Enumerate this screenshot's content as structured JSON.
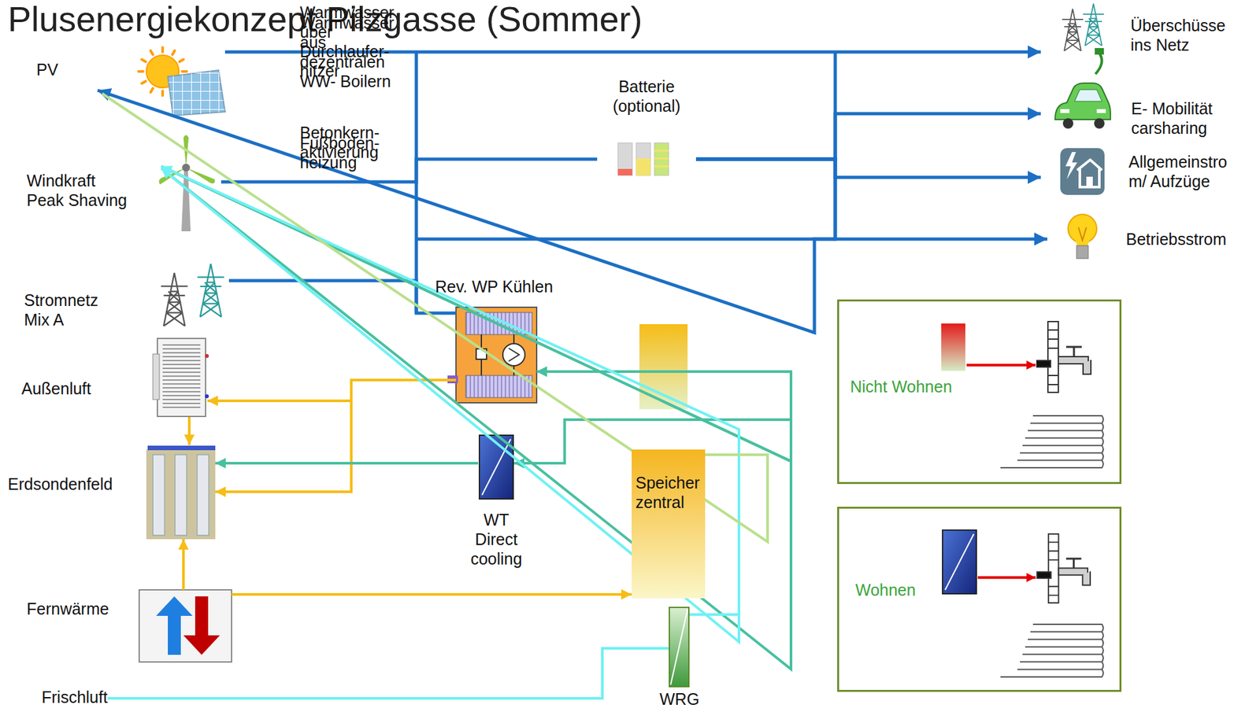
{
  "diagram": {
    "title": "Plusenergiekonzept Pilzgasse (Sommer)",
    "nodes": [
      {
        "text": [
          "PV"
        ]
      },
      {
        "text": [
          "Windkraft Peak Shaving"
        ]
      },
      {
        "text": [
          "Stromnetz Mix A"
        ]
      },
      {
        "text": [
          "Außenluft"
        ]
      },
      {
        "text": [
          "Erdsondenfeld"
        ]
      },
      {
        "text": [
          "Fernwärme"
        ]
      },
      {
        "text": [
          "Frischluft"
        ]
      },
      {
        "text": [
          "Batterie (optional)"
        ]
      },
      {
        "text": [
          "Rev. WP Kühlen"
        ]
      },
      {
        "text": [
          "WT Direct cooling"
        ]
      },
      {
        "text": [
          "Speicher zentral"
        ]
      },
      {
        "text": [
          "WRG"
        ]
      },
      {
        "text": [
          "Überschüsse ins Netz"
        ]
      },
      {
        "text": [
          "E- Mobilität carsharing"
        ]
      },
      {
        "text": [
          "Allgemeinstro m/ Aufzüge"
        ]
      },
      {
        "text": [
          "Betriebsstrom"
        ]
      },
      {
        "text": [
          "Nicht Wohnen"
        ]
      },
      {
        "text": [
          "Warmwasser über Durchlaufer- hitzer"
        ],
        "in": 16
      },
      {
        "text": [
          "Betonkern- aktivierung"
        ],
        "in": 16
      },
      {
        "text": [
          "Wohnen"
        ]
      },
      {
        "text": [
          "Warmwasser aus dezentralen WW- Boilern"
        ],
        "in": 19
      },
      {
        "text": [
          "Fußboden- heizung"
        ],
        "in": 19
      }
    ],
    "edges": [
      {
        "from": 0,
        "to": 12,
        "arrow": "to"
      },
      {
        "from": 1,
        "to": 7,
        "arrow": "none"
      },
      {
        "from": 2,
        "to": 8,
        "arrow": "none"
      },
      {
        "from": 7,
        "to": 13,
        "arrow": "to"
      },
      {
        "from": 7,
        "to": 14,
        "arrow": "to"
      },
      {
        "from": 7,
        "to": 15,
        "arrow": "to"
      },
      {
        "from": 7,
        "to": 17,
        "arrow": "to"
      },
      {
        "from": 5,
        "to": 10,
        "arrow": "to"
      },
      {
        "from": 8,
        "to": 3,
        "arrow": "to"
      },
      {
        "from": 8,
        "to": 4,
        "arrow": "to"
      },
      {
        "from": 3,
        "to": 4,
        "arrow": "to"
      },
      {
        "from": 5,
        "to": 4,
        "arrow": "to"
      },
      {
        "from": 18,
        "to": 8,
        "arrow": "to"
      },
      {
        "from": 21,
        "to": 8,
        "arrow": "to"
      },
      {
        "from": 9,
        "to": 4,
        "arrow": "to"
      },
      {
        "from": 18,
        "to": 9,
        "arrow": "to"
      },
      {
        "from": 6,
        "to": 11,
        "arrow": "none"
      },
      {
        "from": 11,
        "to": 18,
        "arrow": "to"
      },
      {
        "from": 11,
        "to": 21,
        "arrow": "to"
      },
      {
        "from": 10,
        "to": 20,
        "arrow": "none"
      }
    ]
  }
}
